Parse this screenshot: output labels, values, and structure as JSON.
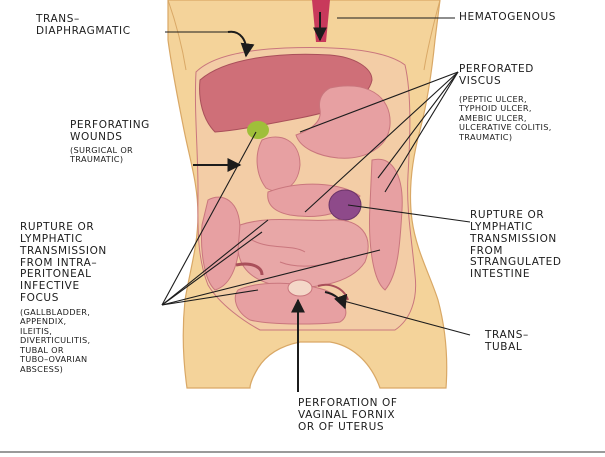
{
  "labels": {
    "transdiaphragmatic": "TRANS–\nDIAPHRAGMATIC",
    "hematogenous": "HEMATOGENOUS",
    "perforated_viscus": {
      "title": "PERFORATED\nVISCUS",
      "detail": "(PEPTIC ULCER,\nTYPHOID ULCER,\nAMEBIC ULCER,\nULCERATIVE COLITIS,\nTRAUMATIC)"
    },
    "perforating_wounds": {
      "title": "PERFORATING\nWOUNDS",
      "detail": "(SURGICAL OR\nTRAUMATIC)"
    },
    "rupture_intraperitoneal": {
      "title": "RUPTURE OR\nLYMPHATIC\nTRANSMISSION\nFROM INTRA–\nPERITONEAL\nINFECTIVE\nFOCUS",
      "detail": "(GALLBLADDER,\nAPPENDIX,\nILEITIS,\nDIVERTICULITIS,\nTUBAL OR\nTUBO–OVARIAN\nABSCESS)"
    },
    "rupture_strangulated": "RUPTURE OR\nLYMPHATIC\nTRANSMISSION\nFROM\nSTRANGULATED\nINTESTINE",
    "transtubal": "TRANS–\nTUBAL",
    "perforation_vaginal": "PERFORATION OF\nVAGINAL FORNIX\nOR OF UTERUS"
  },
  "colors": {
    "skin": "#f4d39a",
    "skin_shadow": "#e6b877",
    "peritoneum": "#f3cda6",
    "organ": "#e7a0a2",
    "organ_dark": "#c9767d",
    "liver": "#cf6f78",
    "spleen": "#8e4a8a",
    "gallbladder": "#9fbf3a",
    "vessel": "#c8395b",
    "line": "#1c1c1c"
  }
}
